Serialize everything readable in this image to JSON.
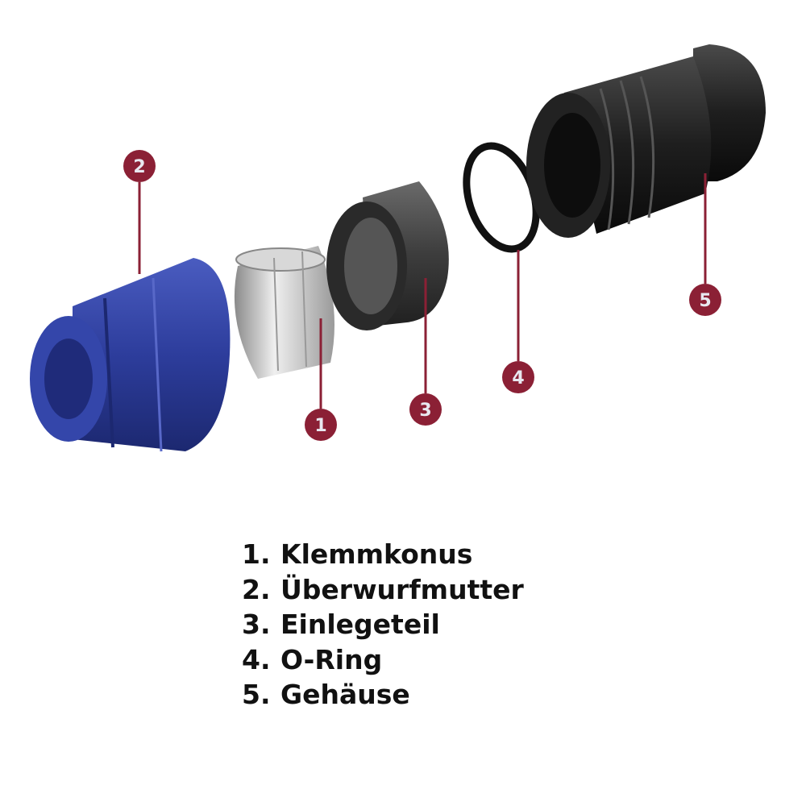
{
  "badge_color": "#8b2035",
  "parts": [
    {
      "number": "1",
      "label": "Klemmkonus",
      "color": "#c9c9c9"
    },
    {
      "number": "2",
      "label": "Überwurfmutter",
      "color": "#2f3f9e"
    },
    {
      "number": "3",
      "label": "Einlegeteil",
      "color": "#3a3a3a"
    },
    {
      "number": "4",
      "label": "O-Ring",
      "color": "#111111"
    },
    {
      "number": "5",
      "label": "Gehäuse",
      "color": "#1e1e1e"
    }
  ],
  "legend": [
    {
      "number": "1.",
      "label": "Klemmkonus"
    },
    {
      "number": "2.",
      "label": "Überwurfmutter"
    },
    {
      "number": "3.",
      "label": "Einlegeteil"
    },
    {
      "number": "4.",
      "label": "O-Ring"
    },
    {
      "number": "5.",
      "label": "Gehäuse"
    }
  ]
}
